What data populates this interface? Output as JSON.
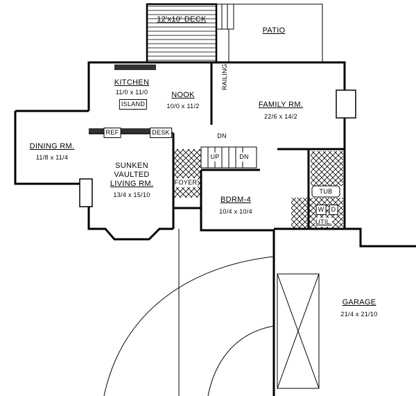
{
  "rooms": {
    "deck": {
      "name": "12'x10' DECK"
    },
    "patio": {
      "name": "PATIO"
    },
    "kitchen": {
      "name": "KITCHEN",
      "dims": "11/0 x 11/0"
    },
    "island": {
      "name": "ISLAND"
    },
    "nook": {
      "name": "NOOK",
      "dims": "10/0 x 11/2"
    },
    "family": {
      "name": "FAMILY RM.",
      "dims": "22/6 x 14/2"
    },
    "dining": {
      "name": "DINING RM.",
      "dims": "11/8 x 11/4"
    },
    "living": {
      "line1": "SUNKEN",
      "line2": "VAULTED",
      "name": "LIVING RM.",
      "dims": "13/4 x 15/10"
    },
    "foyer": {
      "name": "FOYER"
    },
    "bdrm4": {
      "name": "BDRM-4",
      "dims": "10/4 x 10/4"
    },
    "util": {
      "name": "UTIL."
    },
    "garage": {
      "name": "GARAGE",
      "dims": "21/4 x 21/10"
    }
  },
  "fixtures": {
    "railing": "RAILING",
    "ref": "REF",
    "desk": "DESK",
    "tub": "TUB",
    "washer": "W",
    "dryer": "D",
    "stairs_dn_top": "DN",
    "stairs_up": "UP",
    "stairs_dn": "DN"
  }
}
